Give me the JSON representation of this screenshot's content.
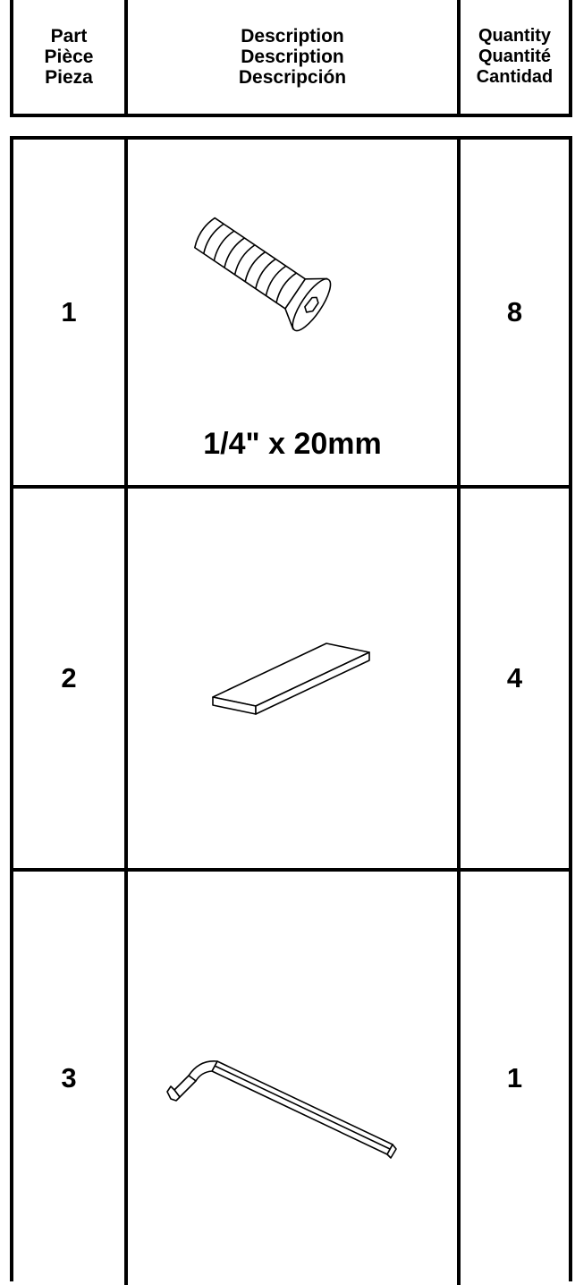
{
  "header": {
    "part": [
      "Part",
      "Pièce",
      "Pieza"
    ],
    "description": [
      "Description",
      "Description",
      "Descripción"
    ],
    "quantity": [
      "Quantity",
      "Quantité",
      "Cantidad"
    ]
  },
  "rows": [
    {
      "part": "1",
      "quantity": "8",
      "size": "1/4\" x 20mm",
      "icon": "screw-icon"
    },
    {
      "part": "2",
      "quantity": "4",
      "size": "",
      "icon": "shim-plate-icon"
    },
    {
      "part": "3",
      "quantity": "1",
      "size": "",
      "icon": "hex-key-icon"
    }
  ]
}
